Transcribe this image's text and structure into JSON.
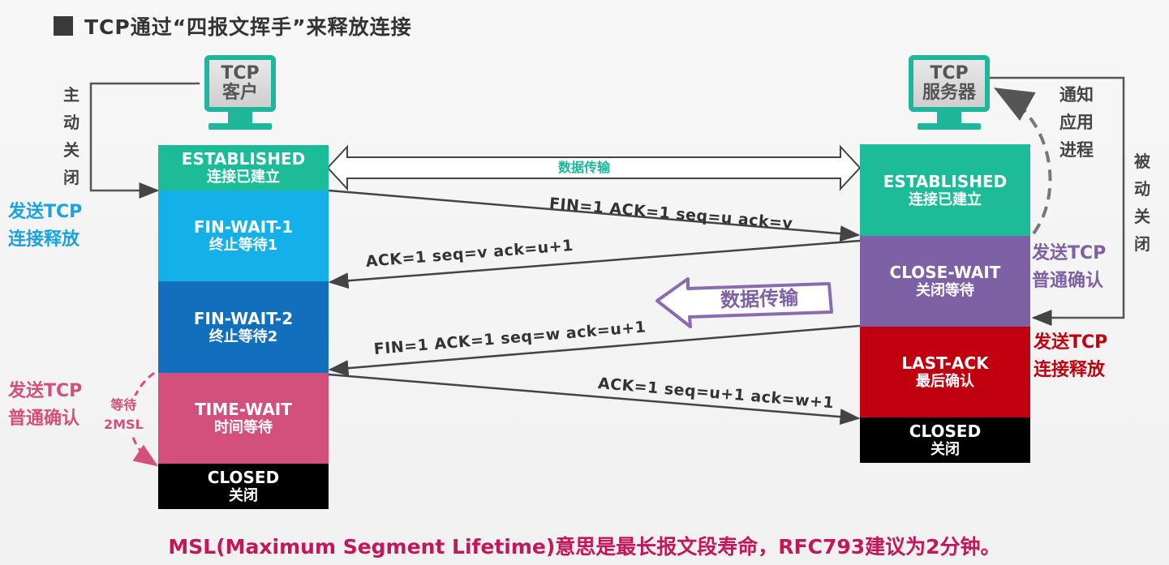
{
  "title": "TCP通过“四报文挥手”来释放连接",
  "client": {
    "line1": "TCP",
    "line2": "客户"
  },
  "server": {
    "line1": "TCP",
    "line2": "服务器"
  },
  "client_states": [
    {
      "en": "ESTABLISHED",
      "zh": "连接已建立",
      "color": "#1cbc98"
    },
    {
      "en": "FIN-WAIT-1",
      "zh": "终止等待1",
      "color": "#13b0ea"
    },
    {
      "en": "FIN-WAIT-2",
      "zh": "终止等待2",
      "color": "#126fbe"
    },
    {
      "en": "TIME-WAIT",
      "zh": "时间等待",
      "color": "#d4507c"
    },
    {
      "en": "CLOSED",
      "zh": "关闭",
      "color": "#000000"
    }
  ],
  "server_states": [
    {
      "en": "ESTABLISHED",
      "zh": "连接已建立",
      "color": "#1cbc98"
    },
    {
      "en": "CLOSE-WAIT",
      "zh": "关闭等待",
      "color": "#7e61a4"
    },
    {
      "en": "LAST-ACK",
      "zh": "最后确认",
      "color": "#c1000f"
    },
    {
      "en": "CLOSED",
      "zh": "关闭",
      "color": "#000000"
    }
  ],
  "labels": {
    "active_close": [
      "主",
      "动",
      "关",
      "闭"
    ],
    "passive_close": [
      "被",
      "动",
      "关",
      "闭"
    ],
    "notify_app": [
      "通知",
      "应用",
      "进程"
    ],
    "client_send_release": [
      "发送TCP",
      "连接释放"
    ],
    "client_send_ack": [
      "发送TCP",
      "普通确认"
    ],
    "wait_2msl": [
      "等待",
      "2MSL"
    ],
    "server_send_ack": [
      "发送TCP",
      "普通确认"
    ],
    "server_send_release": [
      "发送TCP",
      "连接释放"
    ],
    "data_transfer_top": "数据传输",
    "data_transfer_mid": "数据传输"
  },
  "messages": {
    "m1": "FIN=1   ACK=1   seq=u   ack=v",
    "m2": "ACK=1    seq=v    ack=u+1",
    "m3": "FIN=1    ACK=1    seq=w    ack=u+1",
    "m4": "ACK=1   seq=u+1   ack=w+1"
  },
  "footer": "MSL(Maximum Segment Lifetime)意思是最长报文段寿命，RFC793建议为2分钟。",
  "colors": {
    "teal": "#1fb79c",
    "blue_label": "#1aa3df",
    "pink_label": "#d4507c",
    "purple_label": "#7e61a4",
    "red_label": "#c1000f",
    "footer": "#c2185b"
  }
}
